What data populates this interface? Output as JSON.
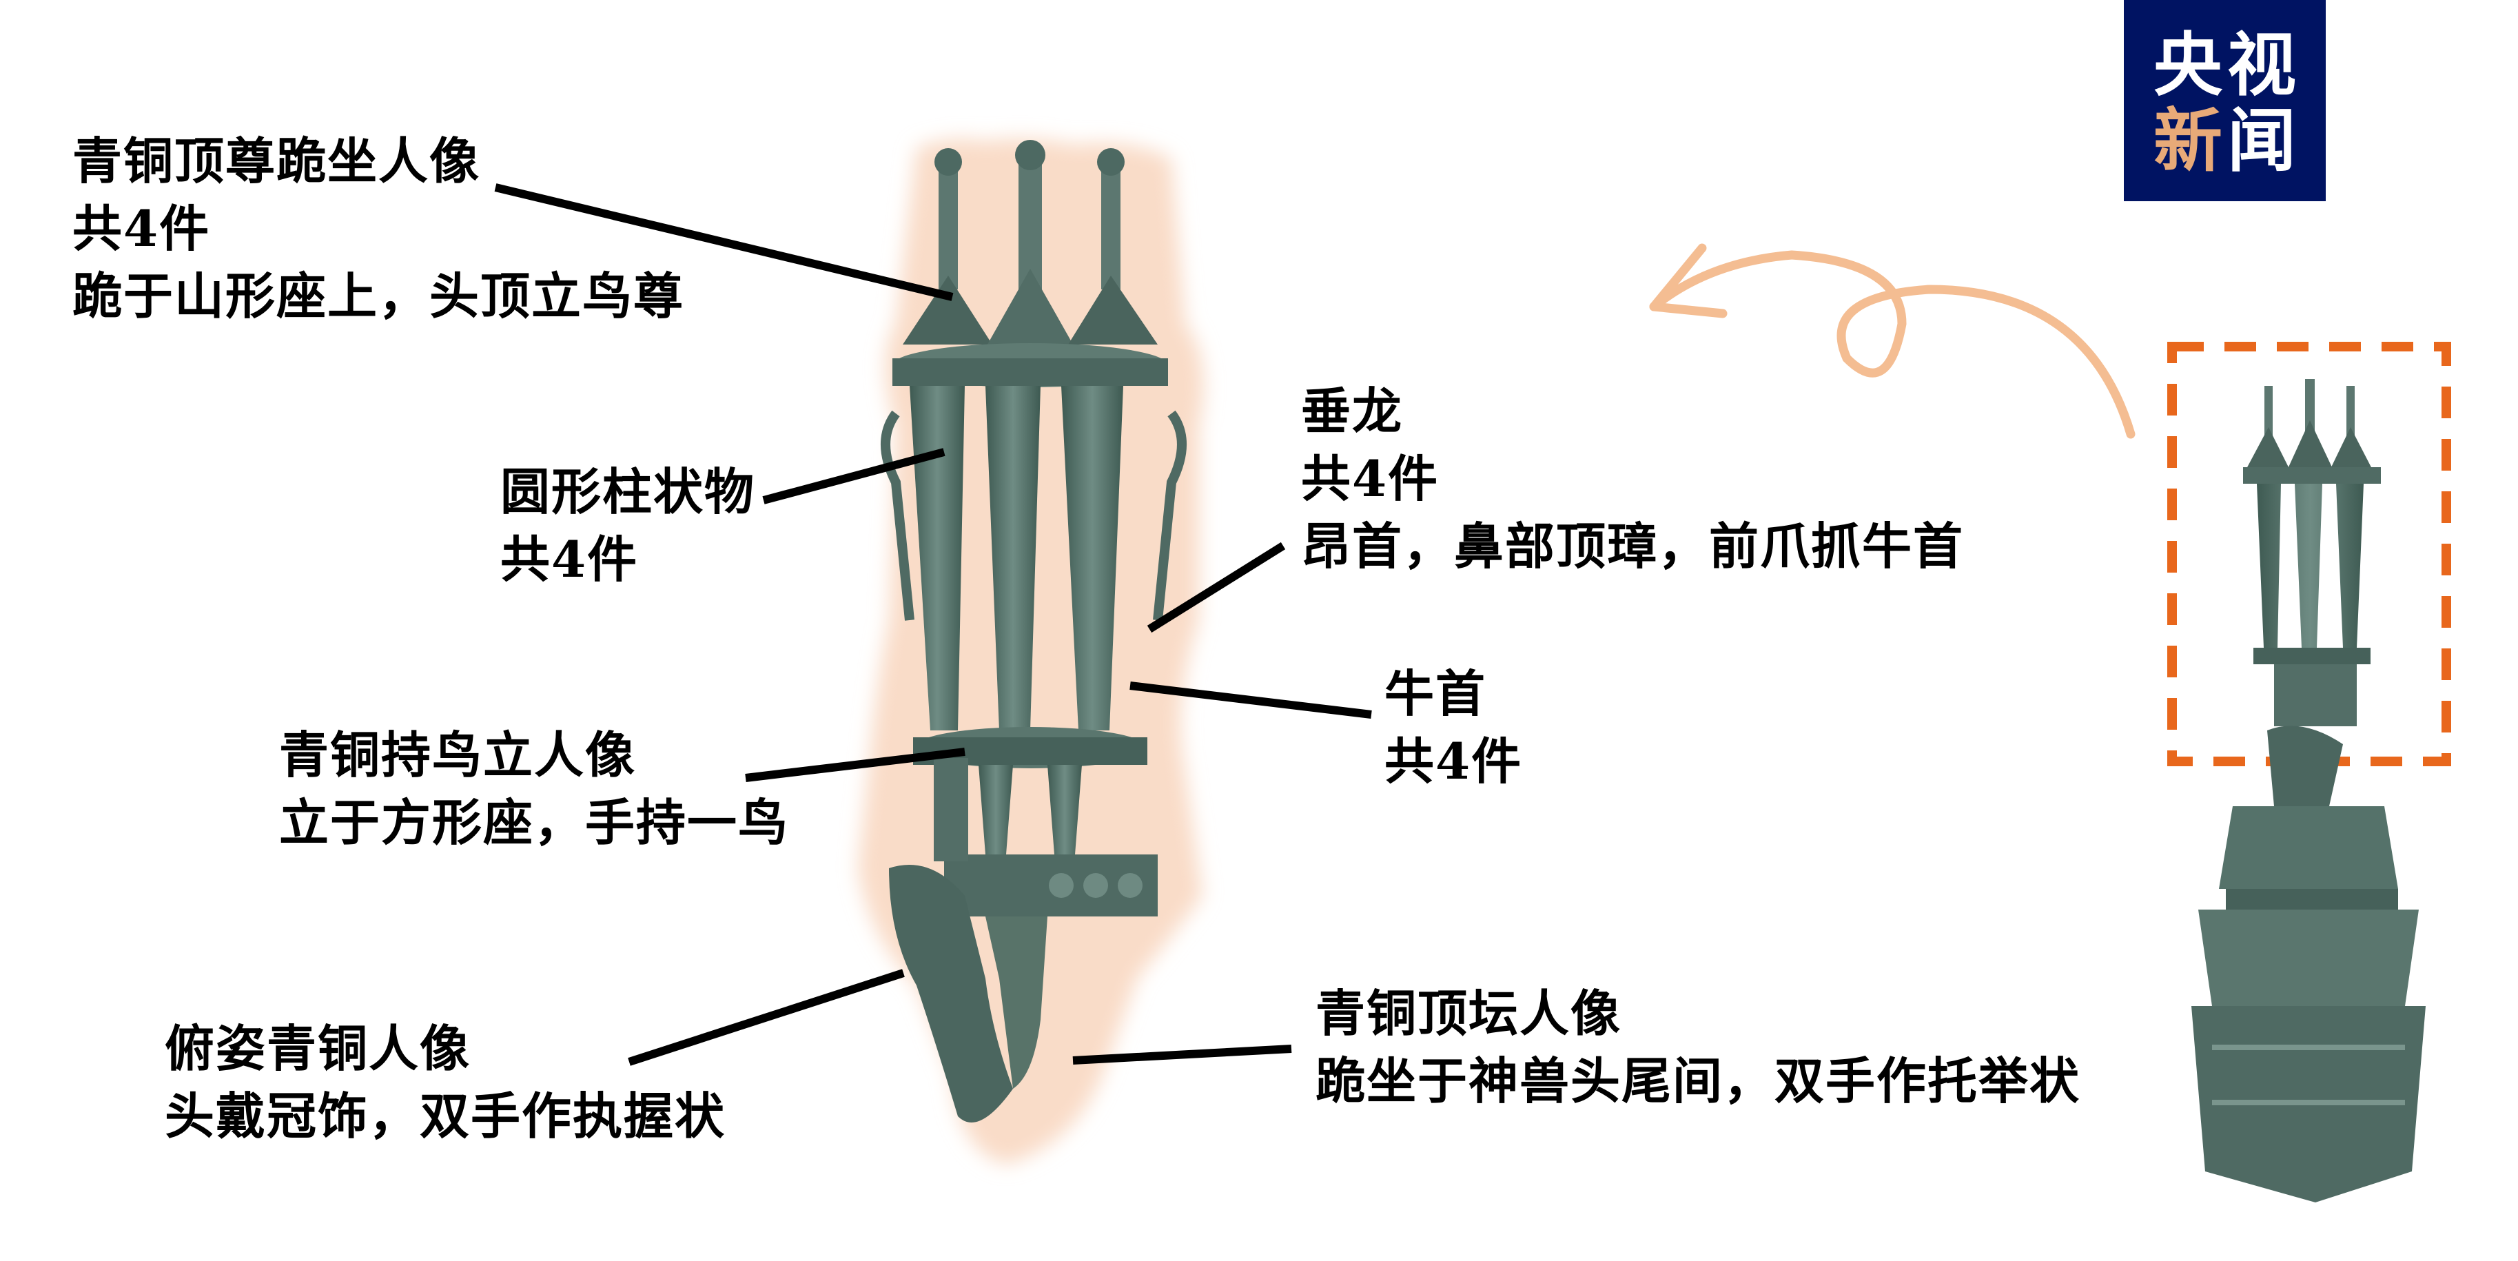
{
  "brand": {
    "logo_text": [
      "央",
      "视",
      "新",
      "闻"
    ],
    "logo_bg": "#001362",
    "logo_accent": "#e8aa78"
  },
  "colors": {
    "glow": "#f9dcc8",
    "bronze": "#55726a",
    "arrow": "#f4bd92",
    "dashed_frame": "#e8671c"
  },
  "labels": [
    {
      "id": "top-kneeling-figure",
      "lines": [
        "青铜顶尊跪坐人像",
        "共4件",
        "跪于山形座上，头顶立鸟尊"
      ]
    },
    {
      "id": "round-pillars",
      "lines": [
        "圆形柱状物",
        "共4件"
      ]
    },
    {
      "id": "hanging-dragon",
      "lines": [
        "垂龙",
        "共4件",
        "昂首，鼻部顶璋，前爪抓牛首"
      ]
    },
    {
      "id": "ox-head",
      "lines": [
        "牛首",
        "共4件"
      ]
    },
    {
      "id": "bird-holding-figure",
      "lines": [
        "青铜持鸟立人像",
        "立于方形座，手持一鸟"
      ]
    },
    {
      "id": "prone-figure",
      "lines": [
        "俯姿青铜人像",
        "头戴冠饰，双手作执握状"
      ]
    },
    {
      "id": "altar-bearing-figure",
      "lines": [
        "青铜顶坛人像",
        "跪坐于神兽头尾间，双手作托举状"
      ]
    }
  ]
}
